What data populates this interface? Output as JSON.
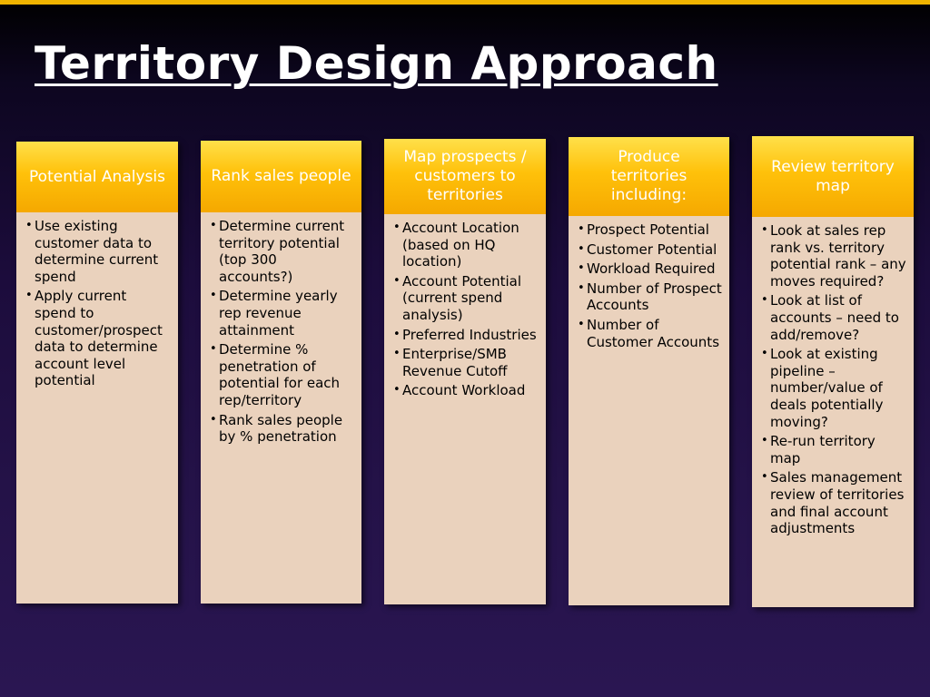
{
  "title": "Territory Design Approach",
  "colors": {
    "accent": "#f0b400",
    "header": "#ffc10a",
    "body": "#ead2bd"
  },
  "columns": [
    {
      "heading": "Potential Analysis",
      "items": [
        "Use existing customer data to determine current spend",
        "Apply current spend to customer/prospect data to determine account level potential"
      ]
    },
    {
      "heading": "Rank sales people",
      "items": [
        "Determine current territory potential (top 300 accounts?)",
        "Determine yearly rep revenue attainment",
        "Determine % penetration of potential for each rep/territory",
        "Rank sales people by % penetration"
      ]
    },
    {
      "heading": "Map prospects / customers to territories",
      "items": [
        "Account Location (based on HQ location)",
        "Account Potential (current spend analysis)",
        "Preferred Industries",
        "Enterprise/SMB Revenue Cutoff",
        "Account Workload"
      ]
    },
    {
      "heading": "Produce territories including:",
      "items": [
        "Prospect Potential",
        "Customer Potential",
        "Workload Required",
        "Number of Prospect Accounts",
        "Number of Customer Accounts"
      ]
    },
    {
      "heading": "Review territory map",
      "items": [
        "Look at sales rep rank vs. territory potential rank – any moves required?",
        "Look at list of accounts – need to add/remove?",
        "Look at existing pipeline – number/value of deals potentially moving?",
        "Re-run territory map",
        "Sales management review of territories and final account adjustments"
      ]
    }
  ]
}
